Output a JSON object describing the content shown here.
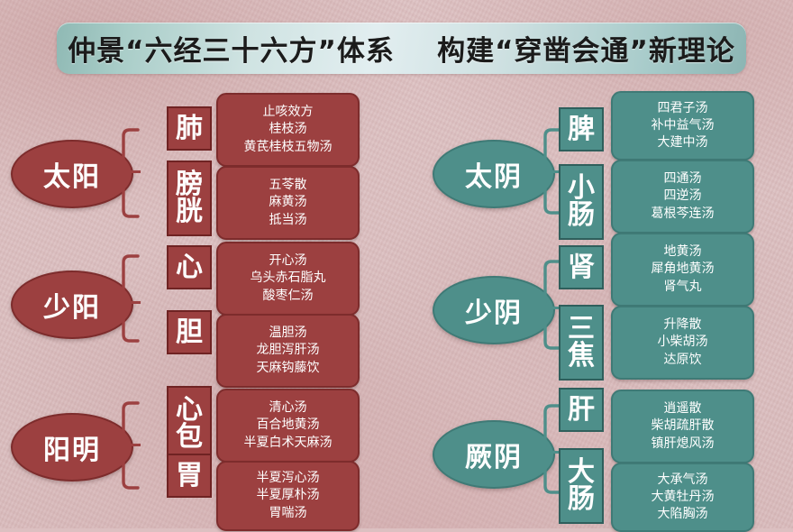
{
  "banner": {
    "title": "仲景“六经三十六方”体系    构建“穿凿会通”新理论"
  },
  "colors": {
    "yang_fill": "#9c4040",
    "yang_border": "#7d2c2c",
    "yin_fill": "#4e8f8a",
    "yin_border": "#3f7a76",
    "background": "#dcc0c1",
    "banner_mid": "#e2eef0",
    "text": "#ffffff"
  },
  "groups": [
    {
      "id": "taiyang",
      "side": "left",
      "theme": "red",
      "name": "太阳",
      "branches": [
        {
          "organ": "肺",
          "organ_chars": [
            "肺"
          ],
          "formulas": [
            "止咳效方",
            "桂枝汤",
            "黄芪桂枝五物汤"
          ]
        },
        {
          "organ": "膀胱",
          "organ_chars": [
            "膀",
            "胱"
          ],
          "formulas": [
            "五苓散",
            "麻黄汤",
            "抵当汤"
          ]
        }
      ]
    },
    {
      "id": "shaoyang",
      "side": "left",
      "theme": "red",
      "name": "少阳",
      "branches": [
        {
          "organ": "心",
          "organ_chars": [
            "心"
          ],
          "formulas": [
            "开心汤",
            "乌头赤石脂丸",
            "酸枣仁汤"
          ]
        },
        {
          "organ": "胆",
          "organ_chars": [
            "胆"
          ],
          "formulas": [
            "温胆汤",
            "龙胆泻肝汤",
            "天麻钩藤饮"
          ]
        }
      ]
    },
    {
      "id": "yangming",
      "side": "left",
      "theme": "red",
      "name": "阳明",
      "branches": [
        {
          "organ": "心包",
          "organ_chars": [
            "心",
            "包"
          ],
          "formulas": [
            "清心汤",
            "百合地黄汤",
            "半夏白术天麻汤"
          ]
        },
        {
          "organ": "胃",
          "organ_chars": [
            "胃"
          ],
          "formulas": [
            "半夏泻心汤",
            "半夏厚朴汤",
            "胃喘汤"
          ]
        }
      ]
    },
    {
      "id": "taiyin",
      "side": "right",
      "theme": "teal",
      "name": "太阴",
      "branches": [
        {
          "organ": "脾",
          "organ_chars": [
            "脾"
          ],
          "formulas": [
            "四君子汤",
            "补中益气汤",
            "大建中汤"
          ]
        },
        {
          "organ": "小肠",
          "organ_chars": [
            "小",
            "肠"
          ],
          "formulas": [
            "四通汤",
            "四逆汤",
            "葛根芩连汤"
          ]
        }
      ]
    },
    {
      "id": "shaoyin",
      "side": "right",
      "theme": "teal",
      "name": "少阴",
      "branches": [
        {
          "organ": "肾",
          "organ_chars": [
            "肾"
          ],
          "formulas": [
            "地黄汤",
            "犀角地黄汤",
            "肾气丸"
          ]
        },
        {
          "organ": "三焦",
          "organ_chars": [
            "三",
            "焦"
          ],
          "formulas": [
            "升降散",
            "小柴胡汤",
            "达原饮"
          ]
        }
      ]
    },
    {
      "id": "jueyin",
      "side": "right",
      "theme": "teal",
      "name": "厥阴",
      "branches": [
        {
          "organ": "肝",
          "organ_chars": [
            "肝"
          ],
          "formulas": [
            "逍遥散",
            "柴胡疏肝散",
            "镇肝熄风汤"
          ]
        },
        {
          "organ": "大肠",
          "organ_chars": [
            "大",
            "肠"
          ],
          "formulas": [
            "大承气汤",
            "大黄牡丹汤",
            "大陷胸汤"
          ]
        }
      ]
    }
  ]
}
